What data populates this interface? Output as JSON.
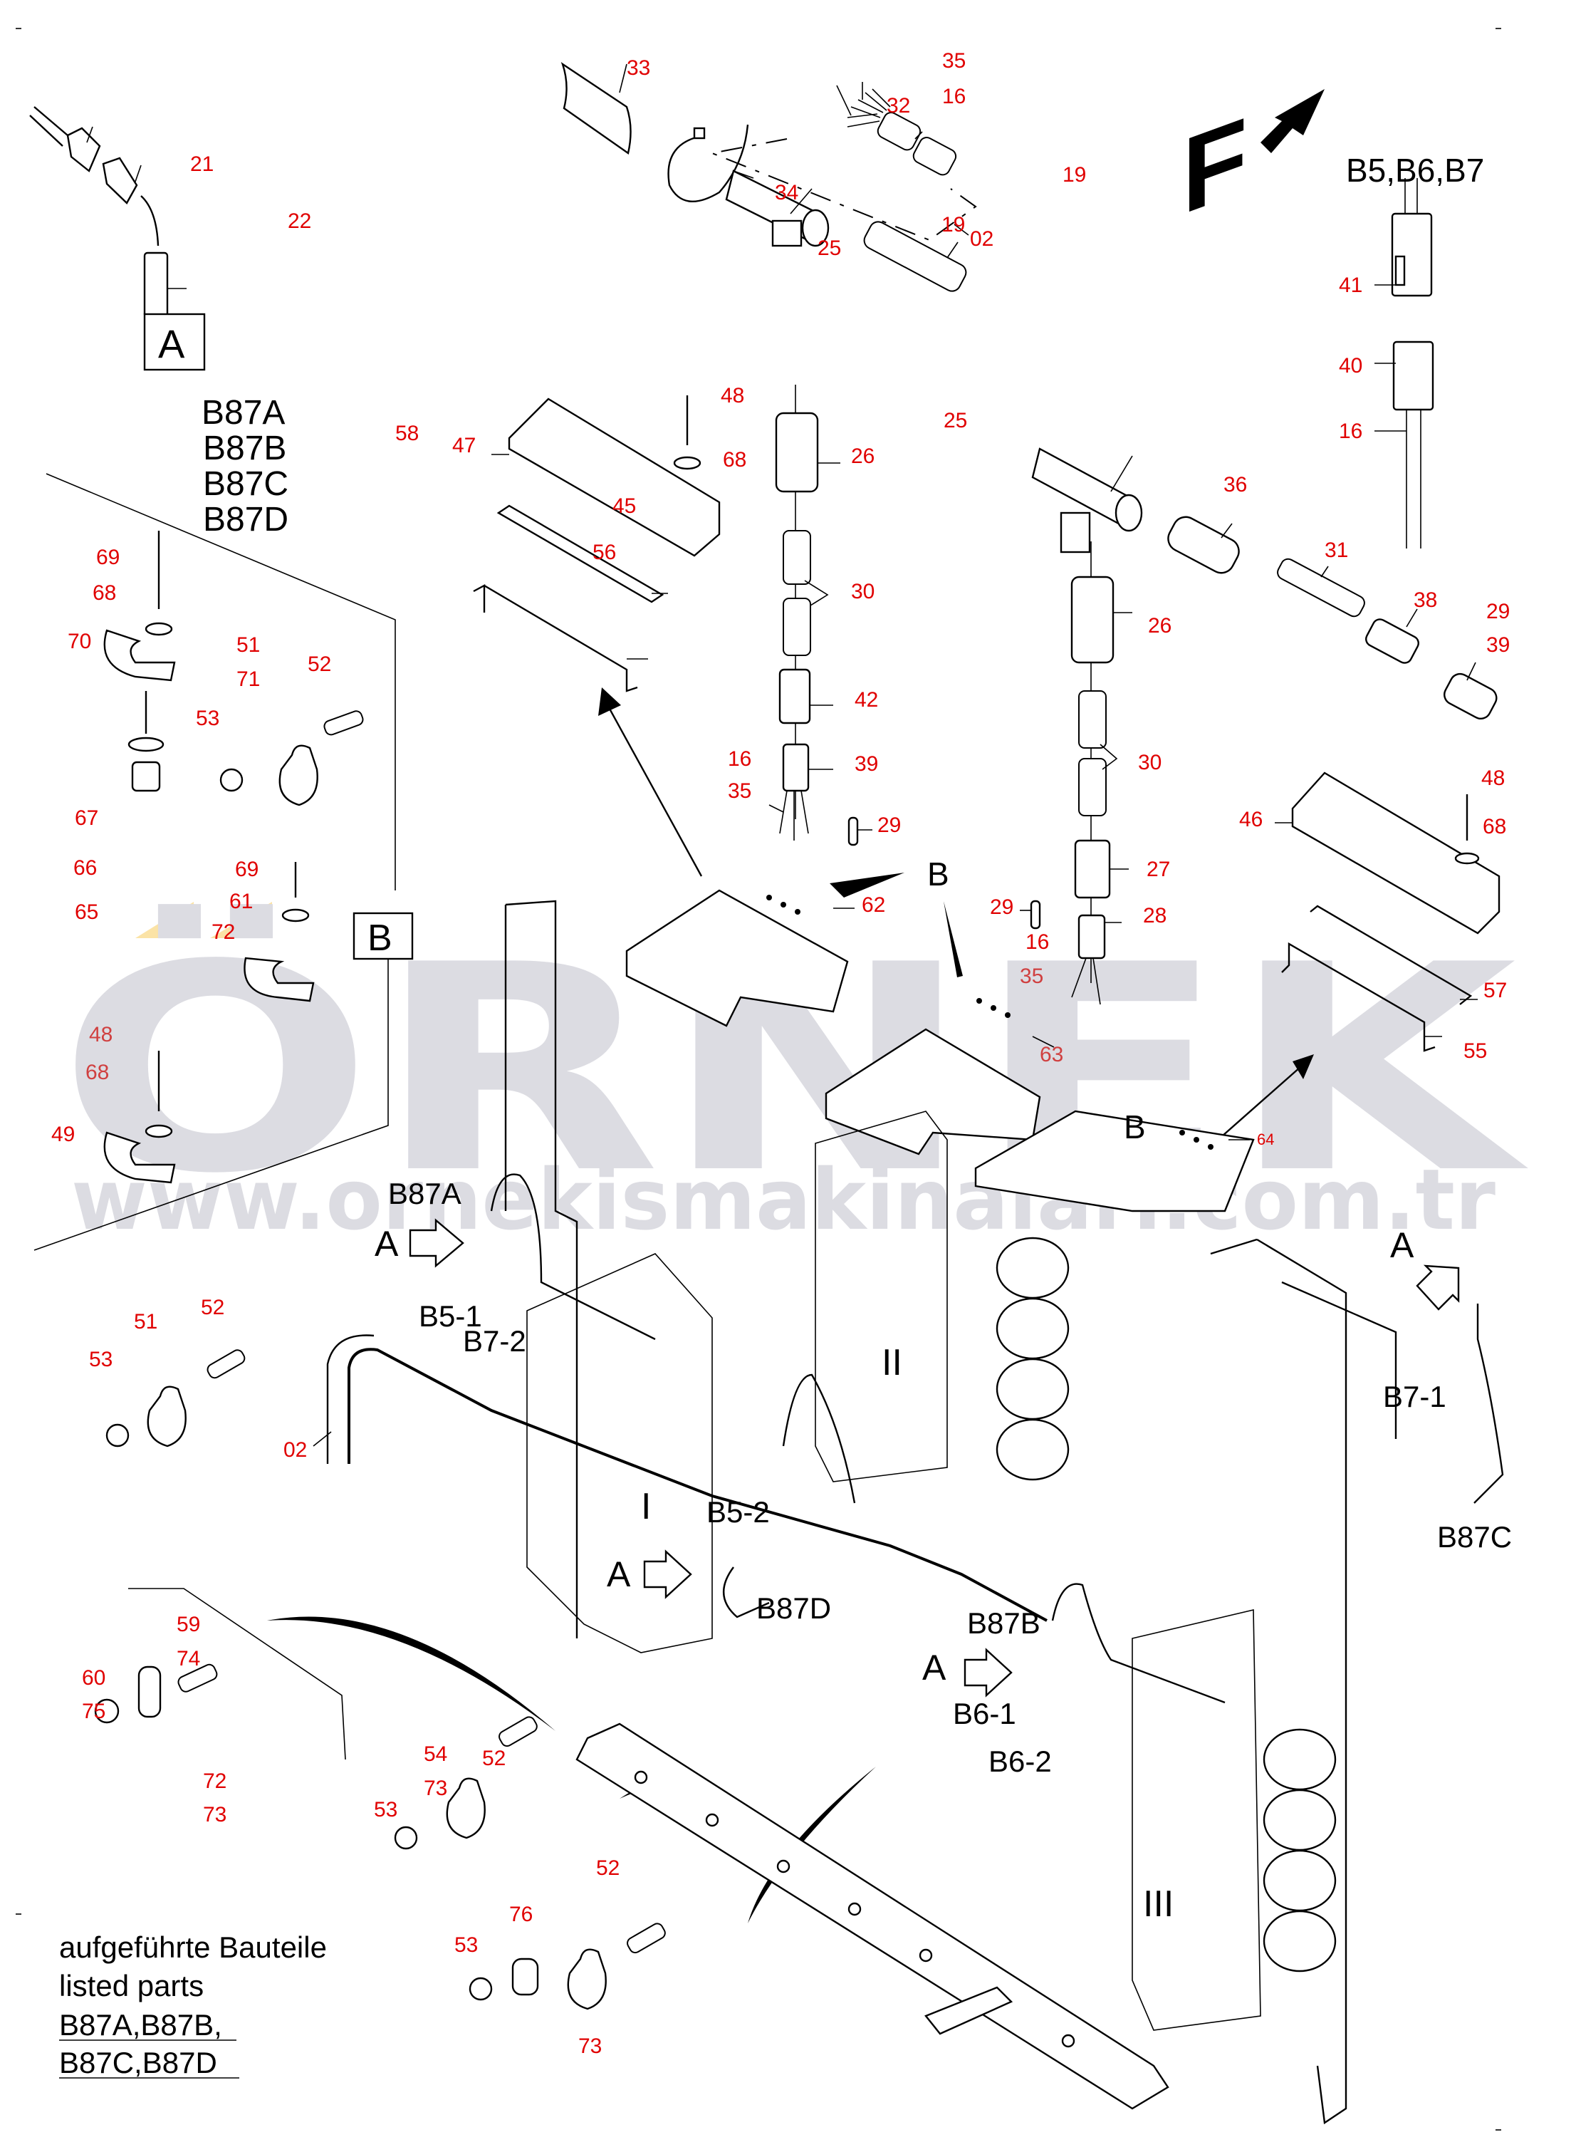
{
  "diagram": {
    "title": "Pneumatic valve block electrical harness – exploded parts view",
    "watermark": {
      "logo_text": "ÖRNEK",
      "url_text": "www.ornekismakinalari.com.tr",
      "accent_color": "#fbe3a6",
      "text_color": "#dcdce2"
    },
    "colors": {
      "part_number": "#e00000",
      "line": "#000000",
      "background": "#ffffff"
    },
    "detail_views": {
      "A": {
        "label": "A",
        "sensor_labels": [
          "B87A",
          "B87B",
          "B87C",
          "B87D"
        ],
        "parts": [
          "21",
          "22",
          "58"
        ]
      },
      "B": {
        "label": "B",
        "parts": [
          "69",
          "68",
          "70",
          "51",
          "71",
          "52",
          "53",
          "67",
          "66",
          "65",
          "61",
          "72",
          "48",
          "49"
        ]
      }
    },
    "connector_callout": {
      "label": "B5,B6,B7",
      "parts": [
        "41",
        "40",
        "16"
      ]
    },
    "direction_marker": {
      "label": "F",
      "icon": "arrow-up-right-icon"
    },
    "valve_blocks": [
      "I",
      "II",
      "III"
    ],
    "sensor_callouts": [
      {
        "id": "B87A_top",
        "text": "B87A"
      },
      {
        "id": "A_1",
        "text": "A"
      },
      {
        "id": "B5-1",
        "text": "B5-1"
      },
      {
        "id": "B7-2",
        "text": "B7-2"
      },
      {
        "id": "B5-2",
        "text": "B5-2"
      },
      {
        "id": "A_2",
        "text": "A"
      },
      {
        "id": "B87D",
        "text": "B87D"
      },
      {
        "id": "B87B",
        "text": "B87B"
      },
      {
        "id": "A_3",
        "text": "A"
      },
      {
        "id": "B6-1",
        "text": "B6-1"
      },
      {
        "id": "B6-2",
        "text": "B6-2"
      },
      {
        "id": "A_4",
        "text": "A"
      },
      {
        "id": "B7-1",
        "text": "B7-1"
      },
      {
        "id": "B87C",
        "text": "B87C"
      },
      {
        "id": "B_62",
        "text": "B"
      },
      {
        "id": "B_63",
        "text": "B"
      },
      {
        "id": "B_64",
        "text": "B"
      }
    ],
    "part_labels": [
      "33",
      "34",
      "35",
      "16",
      "32",
      "19",
      "25",
      "02",
      "19",
      "25",
      "48",
      "68",
      "26",
      "47",
      "45",
      "56",
      "30",
      "42",
      "39",
      "16",
      "35",
      "29",
      "62",
      "36",
      "31",
      "38",
      "29",
      "39",
      "26",
      "30",
      "27",
      "28",
      "29",
      "16",
      "35",
      "63",
      "46",
      "48",
      "68",
      "57",
      "55",
      "64",
      "21",
      "22",
      "58",
      "41",
      "40",
      "16",
      "69",
      "68",
      "70",
      "51",
      "71",
      "52",
      "53",
      "67",
      "66",
      "65",
      "69",
      "61",
      "72",
      "48",
      "68",
      "49",
      "51",
      "52",
      "53",
      "02",
      "59",
      "74",
      "60",
      "75",
      "72",
      "73",
      "54",
      "73",
      "52",
      "53",
      "52",
      "76",
      "53",
      "73"
    ],
    "footnote": {
      "line1": "aufgeführte Bauteile",
      "line2": "listed parts",
      "line3": "B87A,B87B,",
      "line4": "B87C,B87D"
    }
  }
}
